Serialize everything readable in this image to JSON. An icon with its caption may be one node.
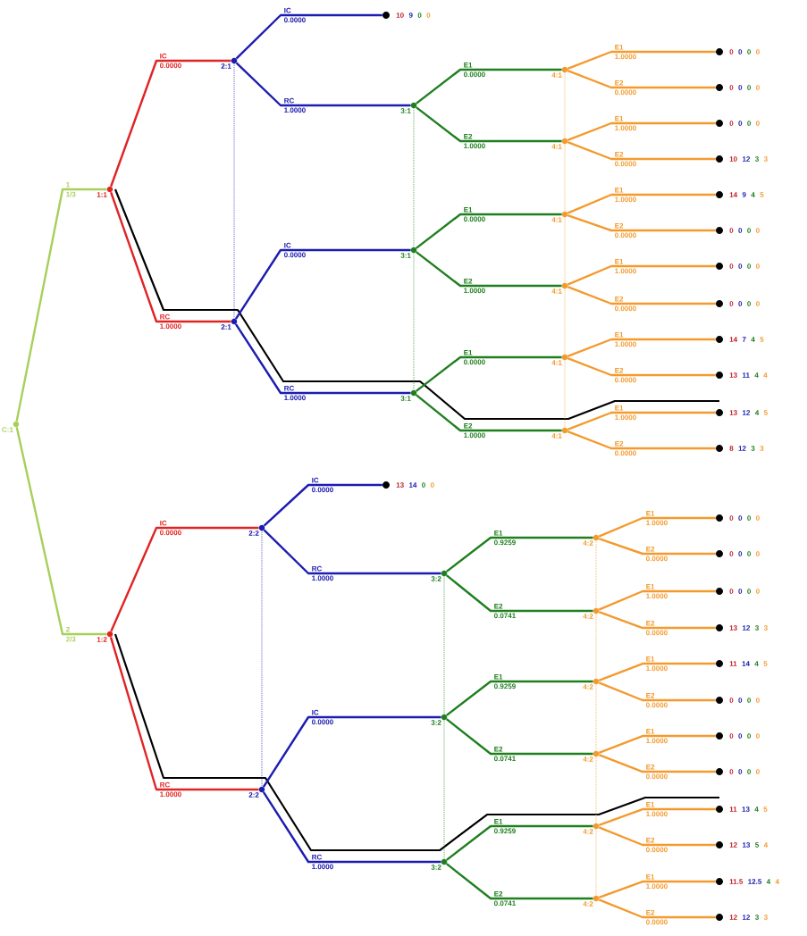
{
  "diagram": {
    "nodes": [
      {
        "text": [
          "C:1"
        ]
      },
      {
        "text": [
          "1:1"
        ]
      },
      {
        "text": [
          "2:1"
        ]
      },
      {
        "text": [],
        "shape": "circle",
        "beside": [
          "10",
          "9",
          "0",
          "0"
        ]
      },
      {
        "text": [
          "3:1"
        ]
      },
      {
        "text": [
          "4:1"
        ]
      },
      {
        "text": [],
        "shape": "circle",
        "beside": [
          "0",
          "0",
          "0",
          "0"
        ]
      },
      {
        "text": [],
        "shape": "circle",
        "beside": [
          "0",
          "0",
          "0",
          "0"
        ]
      },
      {
        "text": [
          "4:1"
        ]
      },
      {
        "text": [],
        "shape": "circle",
        "beside": [
          "0",
          "0",
          "0",
          "0"
        ]
      },
      {
        "text": [],
        "shape": "circle",
        "beside": [
          "10",
          "12",
          "3",
          "3"
        ]
      },
      {
        "text": [
          "2:1"
        ]
      },
      {
        "text": [
          "3:1"
        ]
      },
      {
        "text": [
          "4:1"
        ]
      },
      {
        "text": [],
        "shape": "circle",
        "beside": [
          "14",
          "9",
          "4",
          "5"
        ]
      },
      {
        "text": [],
        "shape": "circle",
        "beside": [
          "0",
          "0",
          "0",
          "0"
        ]
      },
      {
        "text": [
          "4:1"
        ]
      },
      {
        "text": [],
        "shape": "circle",
        "beside": [
          "0",
          "0",
          "0",
          "0"
        ]
      },
      {
        "text": [],
        "shape": "circle",
        "beside": [
          "0",
          "0",
          "0",
          "0"
        ]
      },
      {
        "text": [
          "3:1"
        ]
      },
      {
        "text": [
          "4:1"
        ]
      },
      {
        "text": [],
        "shape": "circle",
        "beside": [
          "14",
          "7",
          "4",
          "5"
        ]
      },
      {
        "text": [],
        "shape": "circle",
        "beside": [
          "13",
          "11",
          "4",
          "4"
        ]
      },
      {
        "text": [
          "4:1"
        ]
      },
      {
        "text": [],
        "shape": "circle",
        "beside": [
          "13",
          "12",
          "4",
          "5"
        ]
      },
      {
        "text": [],
        "shape": "circle",
        "beside": [
          "8",
          "12",
          "3",
          "3"
        ]
      },
      {
        "text": [
          "1:2"
        ]
      },
      {
        "text": [
          "2:2"
        ]
      },
      {
        "text": [],
        "shape": "circle",
        "beside": [
          "13",
          "14",
          "0",
          "0"
        ]
      },
      {
        "text": [
          "3:2"
        ]
      },
      {
        "text": [
          "4:2"
        ]
      },
      {
        "text": [],
        "shape": "circle",
        "beside": [
          "0",
          "0",
          "0",
          "0"
        ]
      },
      {
        "text": [],
        "shape": "circle",
        "beside": [
          "0",
          "0",
          "0",
          "0"
        ]
      },
      {
        "text": [
          "4:2"
        ]
      },
      {
        "text": [],
        "shape": "circle",
        "beside": [
          "0",
          "0",
          "0",
          "0"
        ]
      },
      {
        "text": [],
        "shape": "circle",
        "beside": [
          "13",
          "12",
          "3",
          "3"
        ]
      },
      {
        "text": [
          "2:2"
        ]
      },
      {
        "text": [
          "3:2"
        ]
      },
      {
        "text": [
          "4:2"
        ]
      },
      {
        "text": [],
        "shape": "circle",
        "beside": [
          "11",
          "14",
          "4",
          "5"
        ]
      },
      {
        "text": [],
        "shape": "circle",
        "beside": [
          "0",
          "0",
          "0",
          "0"
        ]
      },
      {
        "text": [
          "4:2"
        ]
      },
      {
        "text": [],
        "shape": "circle",
        "beside": [
          "0",
          "0",
          "0",
          "0"
        ]
      },
      {
        "text": [],
        "shape": "circle",
        "beside": [
          "0",
          "0",
          "0",
          "0"
        ]
      },
      {
        "text": [
          "3:2"
        ]
      },
      {
        "text": [
          "4:2"
        ]
      },
      {
        "text": [],
        "shape": "circle",
        "beside": [
          "11",
          "13",
          "4",
          "5"
        ]
      },
      {
        "text": [],
        "shape": "circle",
        "beside": [
          "12",
          "13",
          "5",
          "4"
        ]
      },
      {
        "text": [
          "4:2"
        ]
      },
      {
        "text": [],
        "shape": "circle",
        "beside": [
          "11.5",
          "12.5",
          "4",
          "4"
        ]
      },
      {
        "text": [],
        "shape": "circle",
        "beside": [
          "12",
          "12",
          "3",
          "3"
        ]
      }
    ],
    "edges": [
      {
        "from": 0,
        "to": 1,
        "arrow": "none",
        "label": [
          "1",
          "1/3"
        ],
        "color": "#a8cf5a"
      },
      {
        "from": 1,
        "to": 2,
        "arrow": "none",
        "label": [
          "IC",
          "0.0000"
        ],
        "color": "#e02424"
      },
      {
        "from": 2,
        "to": 3,
        "arrow": "none",
        "label": [
          "IC",
          "0.0000"
        ],
        "color": "#1c1cb0"
      },
      {
        "from": 2,
        "to": 4,
        "arrow": "none",
        "label": [
          "RC",
          "1.0000"
        ],
        "color": "#1c1cb0"
      },
      {
        "from": 4,
        "to": 5,
        "arrow": "none",
        "label": [
          "E1",
          "0.0000"
        ],
        "color": "#1f7f1f"
      },
      {
        "from": 5,
        "to": 6,
        "arrow": "none",
        "label": [
          "E1",
          "1.0000"
        ]
      },
      {
        "from": 5,
        "to": 7,
        "arrow": "none",
        "label": [
          "E2",
          "0.0000"
        ]
      },
      {
        "from": 4,
        "to": 8,
        "arrow": "none",
        "label": [
          "E2",
          "1.0000"
        ],
        "color": "#1f7f1f"
      },
      {
        "from": 8,
        "to": 9,
        "arrow": "none",
        "label": [
          "E1",
          "1.0000"
        ]
      },
      {
        "from": 8,
        "to": 10,
        "arrow": "none",
        "label": [
          "E2",
          "0.0000"
        ]
      },
      {
        "from": 1,
        "to": 11,
        "arrow": "none",
        "label": [
          "RC",
          "1.0000"
        ],
        "color": "#e02424"
      },
      {
        "from": 11,
        "to": 12,
        "arrow": "none",
        "label": [
          "IC",
          "0.0000"
        ],
        "color": "#1c1cb0"
      },
      {
        "from": 12,
        "to": 13,
        "arrow": "none",
        "label": [
          "E1",
          "0.0000"
        ],
        "color": "#1f7f1f"
      },
      {
        "from": 13,
        "to": 14,
        "arrow": "none",
        "label": [
          "E1",
          "1.0000"
        ]
      },
      {
        "from": 13,
        "to": 15,
        "arrow": "none",
        "label": [
          "E2",
          "0.0000"
        ]
      },
      {
        "from": 12,
        "to": 16,
        "arrow": "none",
        "label": [
          "E2",
          "1.0000"
        ],
        "color": "#1f7f1f"
      },
      {
        "from": 16,
        "to": 17,
        "arrow": "none",
        "label": [
          "E1",
          "1.0000"
        ]
      },
      {
        "from": 16,
        "to": 18,
        "arrow": "none",
        "label": [
          "E2",
          "0.0000"
        ]
      },
      {
        "from": 11,
        "to": 19,
        "arrow": "none",
        "label": [
          "RC",
          "1.0000"
        ],
        "color": "#1c1cb0"
      },
      {
        "from": 19,
        "to": 20,
        "arrow": "none",
        "label": [
          "E1",
          "0.0000"
        ],
        "color": "#1f7f1f"
      },
      {
        "from": 20,
        "to": 21,
        "arrow": "none",
        "label": [
          "E1",
          "1.0000"
        ]
      },
      {
        "from": 20,
        "to": 22,
        "arrow": "none",
        "label": [
          "E2",
          "0.0000"
        ]
      },
      {
        "from": 19,
        "to": 23,
        "arrow": "none",
        "label": [
          "E2",
          "1.0000"
        ],
        "color": "#1f7f1f"
      },
      {
        "from": 23,
        "to": 24,
        "arrow": "none",
        "label": [
          "E1",
          "1.0000"
        ]
      },
      {
        "from": 23,
        "to": 25,
        "arrow": "none",
        "label": [
          "E2",
          "0.0000"
        ]
      },
      {
        "from": 0,
        "to": 26,
        "arrow": "none",
        "label": [
          "2",
          "2/3"
        ],
        "color": "#a8cf5a"
      },
      {
        "from": 26,
        "to": 27,
        "arrow": "none",
        "label": [
          "IC",
          "0.0000"
        ],
        "color": "#e02424"
      },
      {
        "from": 27,
        "to": 28,
        "arrow": "none",
        "label": [
          "IC",
          "0.0000"
        ],
        "color": "#1c1cb0"
      },
      {
        "from": 27,
        "to": 29,
        "arrow": "none",
        "label": [
          "RC",
          "1.0000"
        ],
        "color": "#1c1cb0"
      },
      {
        "from": 29,
        "to": 30,
        "arrow": "none",
        "label": [
          "E1",
          "0.9259"
        ],
        "color": "#1f7f1f"
      },
      {
        "from": 30,
        "to": 31,
        "arrow": "none",
        "label": [
          "E1",
          "1.0000"
        ]
      },
      {
        "from": 30,
        "to": 32,
        "arrow": "none",
        "label": [
          "E2",
          "0.0000"
        ]
      },
      {
        "from": 29,
        "to": 33,
        "arrow": "none",
        "label": [
          "E2",
          "0.0741"
        ],
        "color": "#1f7f1f"
      },
      {
        "from": 33,
        "to": 34,
        "arrow": "none",
        "label": [
          "E1",
          "1.0000"
        ]
      },
      {
        "from": 33,
        "to": 35,
        "arrow": "none",
        "label": [
          "E2",
          "0.0000"
        ]
      },
      {
        "from": 26,
        "to": 36,
        "arrow": "none",
        "label": [
          "RC",
          "1.0000"
        ],
        "color": "#e02424"
      },
      {
        "from": 36,
        "to": 37,
        "arrow": "none",
        "label": [
          "IC",
          "0.0000"
        ],
        "color": "#1c1cb0"
      },
      {
        "from": 37,
        "to": 38,
        "arrow": "none",
        "label": [
          "E1",
          "0.9259"
        ],
        "color": "#1f7f1f"
      },
      {
        "from": 38,
        "to": 39,
        "arrow": "none",
        "label": [
          "E1",
          "1.0000"
        ]
      },
      {
        "from": 38,
        "to": 40,
        "arrow": "none",
        "label": [
          "E2",
          "0.0000"
        ]
      },
      {
        "from": 37,
        "to": 41,
        "arrow": "none",
        "label": [
          "E2",
          "0.0741"
        ],
        "color": "#1f7f1f"
      },
      {
        "from": 41,
        "to": 42,
        "arrow": "none",
        "label": [
          "E1",
          "1.0000"
        ]
      },
      {
        "from": 41,
        "to": 43,
        "arrow": "none",
        "label": [
          "E2",
          "0.0000"
        ]
      },
      {
        "from": 36,
        "to": 44,
        "arrow": "none",
        "label": [
          "RC",
          "1.0000"
        ],
        "color": "#1c1cb0"
      },
      {
        "from": 44,
        "to": 45,
        "arrow": "none",
        "label": [
          "E1",
          "0.9259"
        ],
        "color": "#1f7f1f"
      },
      {
        "from": 45,
        "to": 46,
        "arrow": "none",
        "label": [
          "E1",
          "1.0000"
        ]
      },
      {
        "from": 45,
        "to": 47,
        "arrow": "none",
        "label": [
          "E2",
          "0.0000"
        ]
      },
      {
        "from": 44,
        "to": 48,
        "arrow": "none",
        "label": [
          "E2",
          "0.0741"
        ],
        "color": "#1f7f1f"
      },
      {
        "from": 48,
        "to": 49,
        "arrow": "none",
        "label": [
          "E1",
          "1.0000"
        ]
      },
      {
        "from": 48,
        "to": 50,
        "arrow": "none",
        "label": [
          "E2",
          "0.0000"
        ]
      },
      {
        "from": 2,
        "to": 11,
        "arrow": "none",
        "style": "dashed",
        "color": "#1c1cb0"
      },
      {
        "from": 4,
        "to": 12,
        "arrow": "none",
        "style": "dashed",
        "color": "#1f7f1f"
      },
      {
        "from": 12,
        "to": 19,
        "arrow": "none",
        "style": "dashed",
        "color": "#1f7f1f"
      },
      {
        "from": 5,
        "to": 8,
        "arrow": "none",
        "style": "dashed"
      },
      {
        "from": 8,
        "to": 13,
        "arrow": "none",
        "style": "dashed"
      },
      {
        "from": 13,
        "to": 16,
        "arrow": "none",
        "style": "dashed"
      },
      {
        "from": 16,
        "to": 20,
        "arrow": "none",
        "style": "dashed"
      },
      {
        "from": 20,
        "to": 23,
        "arrow": "none",
        "style": "dashed"
      },
      {
        "from": 27,
        "to": 36,
        "arrow": "none",
        "style": "dashed",
        "color": "#1c1cb0"
      },
      {
        "from": 29,
        "to": 37,
        "arrow": "none",
        "style": "dashed",
        "color": "#1f7f1f"
      },
      {
        "from": 37,
        "to": 44,
        "arrow": "none",
        "style": "dashed",
        "color": "#1f7f1f"
      },
      {
        "from": 30,
        "to": 33,
        "arrow": "none",
        "style": "dashed"
      },
      {
        "from": 33,
        "to": 38,
        "arrow": "none",
        "style": "dashed"
      },
      {
        "from": 38,
        "to": 41,
        "arrow": "none",
        "style": "dashed"
      },
      {
        "from": 41,
        "to": 45,
        "arrow": "none",
        "style": "dashed"
      },
      {
        "from": 45,
        "to": 48,
        "arrow": "none",
        "style": "dashed"
      }
    ]
  }
}
